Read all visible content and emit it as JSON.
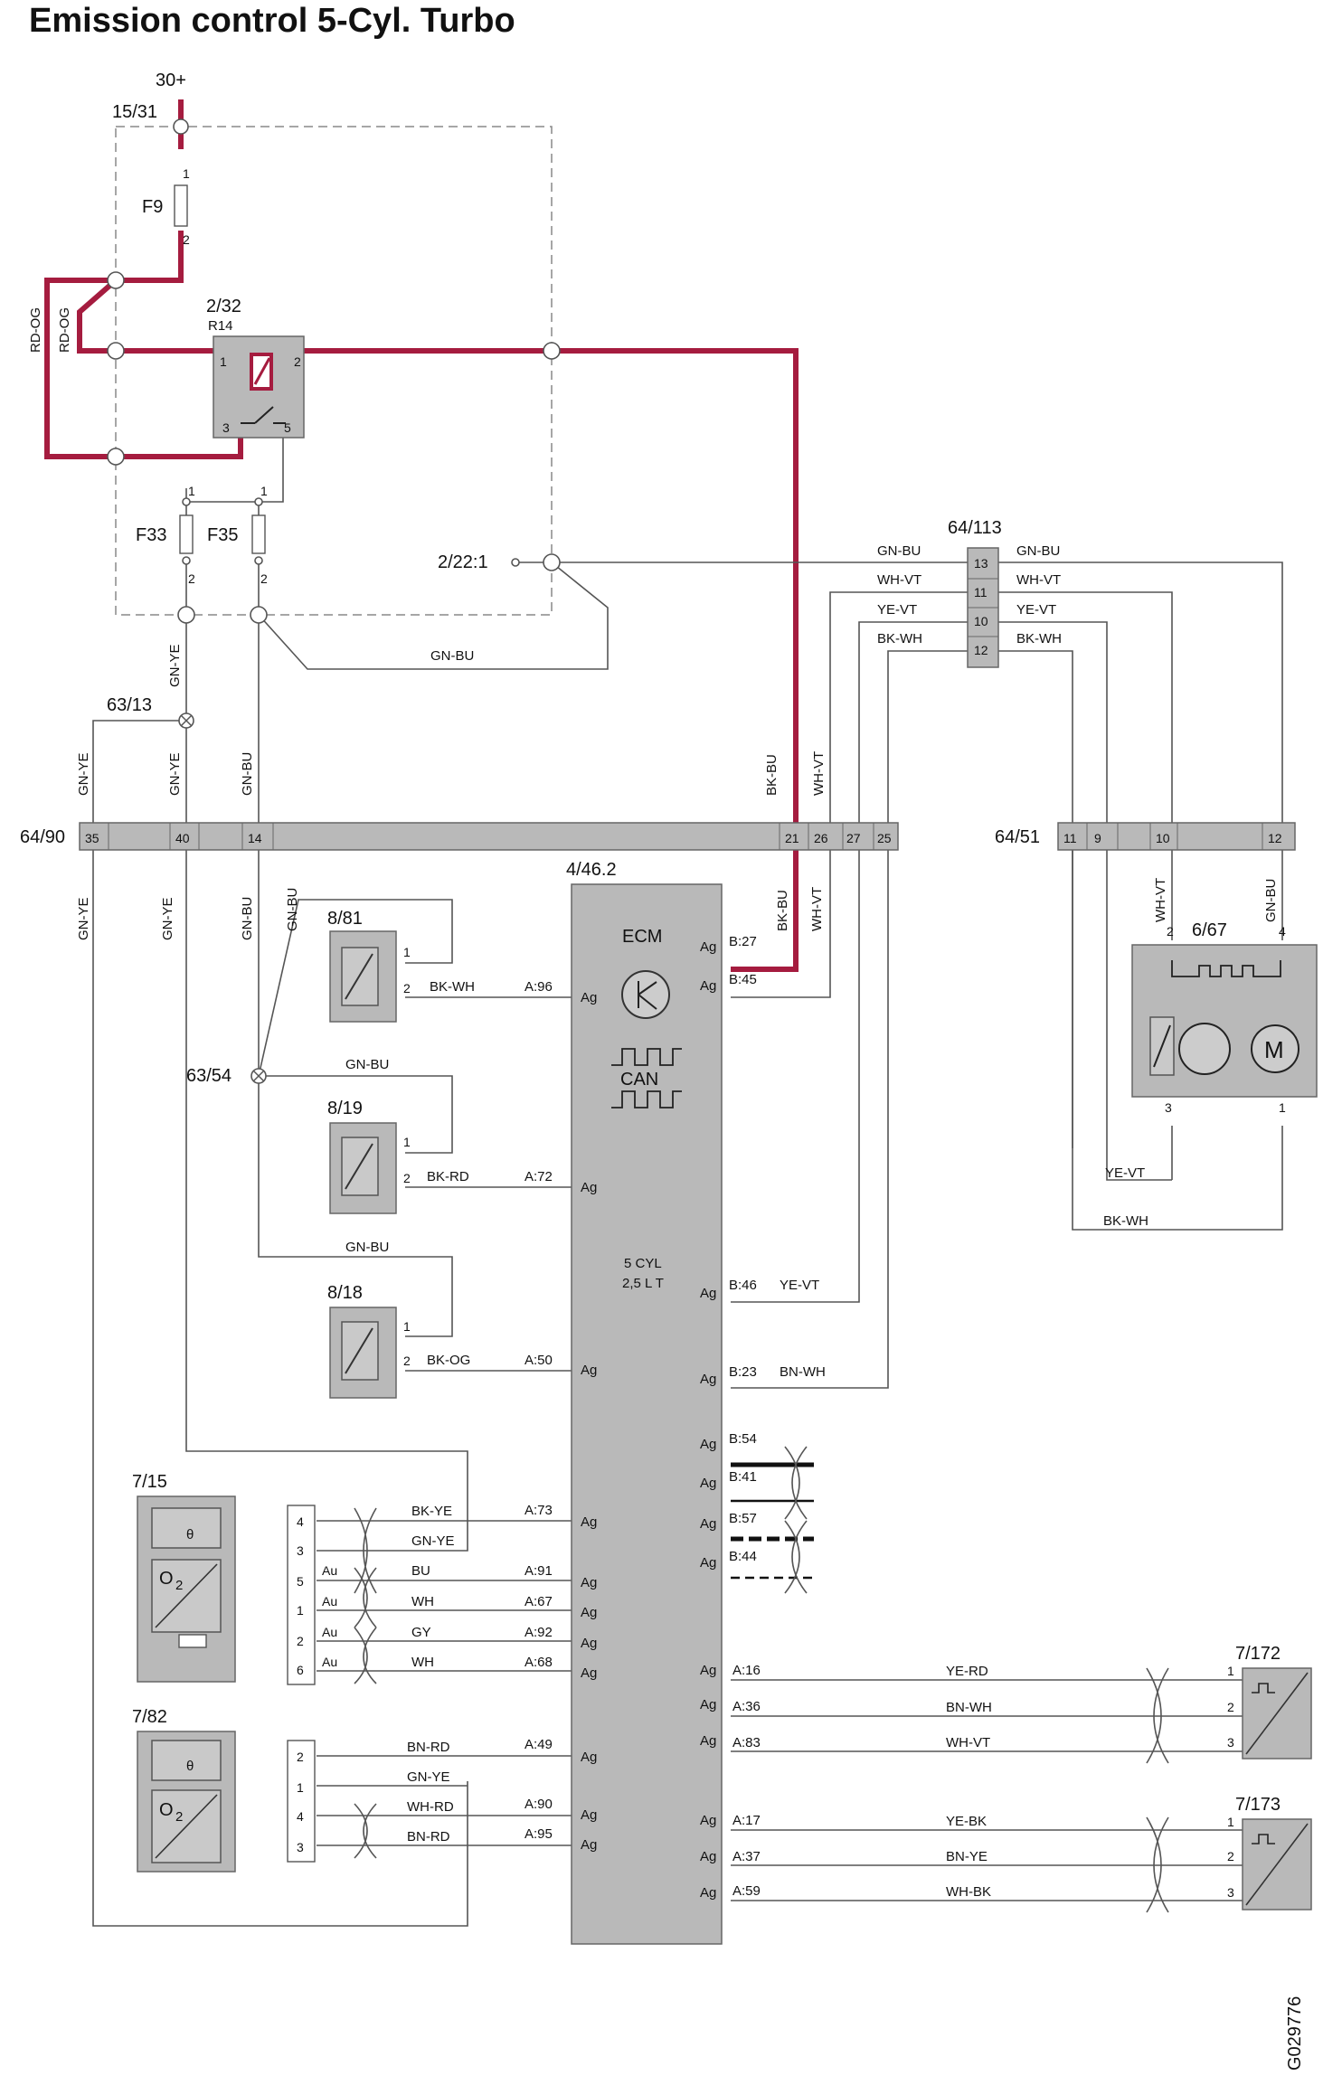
{
  "title": "Emission control 5-Cyl. Turbo",
  "figure_id": "G029776",
  "supply": {
    "label": "30+",
    "node": "15/31"
  },
  "fuses": {
    "f9": "F9",
    "f33": "F33",
    "f35": "F35"
  },
  "relay": {
    "id": "2/32",
    "sub": "R14"
  },
  "connector_2_22": "2/22:1",
  "junctions": {
    "j63_13": "63/13",
    "j63_54": "63/54"
  },
  "connector_64_113": {
    "id": "64/113",
    "pins": [
      "13",
      "11",
      "10",
      "12"
    ]
  },
  "connector_64_90": {
    "id": "64/90",
    "pins": [
      "35",
      "40",
      "14",
      "21",
      "26",
      "27",
      "25"
    ]
  },
  "connector_64_51": {
    "id": "64/51",
    "pins": [
      "11",
      "9",
      "10",
      "12"
    ]
  },
  "ecm": {
    "id": "4/46.2",
    "name": "ECM",
    "can": "CAN",
    "engine": "5 CYL",
    "displacement": "2,5 L T",
    "ag": "Ag"
  },
  "solenoids": [
    {
      "id": "8/81",
      "pin_a": "A:96",
      "wire": "BK-WH"
    },
    {
      "id": "8/19",
      "pin_a": "A:72",
      "wire": "BK-RD"
    },
    {
      "id": "8/18",
      "pin_a": "A:50",
      "wire": "BK-OG"
    }
  ],
  "throttle_unit": {
    "id": "6/67",
    "motor": "M"
  },
  "sensors": {
    "s7_15": "7/15",
    "s7_82": "7/82",
    "s7_172": "7/172",
    "s7_173": "7/173",
    "o2": "O",
    "o2_sub": "2",
    "theta": "θ",
    "au": "Au"
  },
  "colors": {
    "power_wire": "#a51c3f",
    "component": "#b9b9b9",
    "wire": "#555555"
  }
}
